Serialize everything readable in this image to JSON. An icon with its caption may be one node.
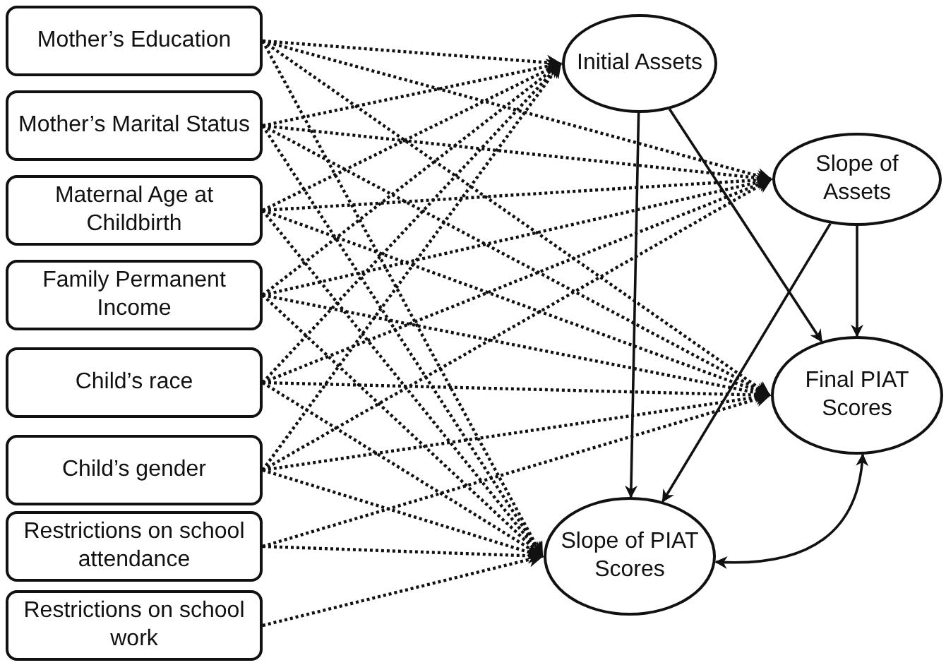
{
  "diagram": {
    "nodes": [
      {
        "text": [
          "Mother’s Education"
        ]
      },
      {
        "text": [
          "Mother’s Marital Status"
        ]
      },
      {
        "text": [
          "Maternal Age at Childbirth"
        ]
      },
      {
        "text": [
          "Family Permanent Income"
        ]
      },
      {
        "text": [
          "Child’s race"
        ]
      },
      {
        "text": [
          "Child’s gender"
        ]
      },
      {
        "text": [
          "Restrictions on school attendance"
        ]
      },
      {
        "text": [
          "Restrictions on school work"
        ]
      },
      {
        "text": [
          "Initial Assets"
        ]
      },
      {
        "text": [
          "Slope of Assets"
        ]
      },
      {
        "text": [
          "Final PIAT Scores"
        ]
      },
      {
        "text": [
          "Slope of PIAT Scores"
        ]
      }
    ],
    "edges": [
      {
        "from": 0,
        "to": 8,
        "arrow": "to",
        "style": "dashed"
      },
      {
        "from": 0,
        "to": 9,
        "arrow": "to",
        "style": "dashed"
      },
      {
        "from": 0,
        "to": 10,
        "arrow": "to",
        "style": "dashed"
      },
      {
        "from": 0,
        "to": 11,
        "arrow": "to",
        "style": "dashed"
      },
      {
        "from": 1,
        "to": 8,
        "arrow": "to",
        "style": "dashed"
      },
      {
        "from": 1,
        "to": 9,
        "arrow": "to",
        "style": "dashed"
      },
      {
        "from": 1,
        "to": 10,
        "arrow": "to",
        "style": "dashed"
      },
      {
        "from": 1,
        "to": 11,
        "arrow": "to",
        "style": "dashed"
      },
      {
        "from": 2,
        "to": 8,
        "arrow": "to",
        "style": "dashed"
      },
      {
        "from": 2,
        "to": 9,
        "arrow": "to",
        "style": "dashed"
      },
      {
        "from": 2,
        "to": 10,
        "arrow": "to",
        "style": "dashed"
      },
      {
        "from": 2,
        "to": 11,
        "arrow": "to",
        "style": "dashed"
      },
      {
        "from": 3,
        "to": 8,
        "arrow": "to",
        "style": "dashed"
      },
      {
        "from": 3,
        "to": 9,
        "arrow": "to",
        "style": "dashed"
      },
      {
        "from": 3,
        "to": 10,
        "arrow": "to",
        "style": "dashed"
      },
      {
        "from": 3,
        "to": 11,
        "arrow": "to",
        "style": "dashed"
      },
      {
        "from": 4,
        "to": 8,
        "arrow": "to",
        "style": "dashed"
      },
      {
        "from": 4,
        "to": 9,
        "arrow": "to",
        "style": "dashed"
      },
      {
        "from": 4,
        "to": 10,
        "arrow": "to",
        "style": "dashed"
      },
      {
        "from": 4,
        "to": 11,
        "arrow": "to",
        "style": "dashed"
      },
      {
        "from": 5,
        "to": 8,
        "arrow": "to",
        "style": "dashed"
      },
      {
        "from": 5,
        "to": 9,
        "arrow": "to",
        "style": "dashed"
      },
      {
        "from": 5,
        "to": 10,
        "arrow": "to",
        "style": "dashed"
      },
      {
        "from": 5,
        "to": 11,
        "arrow": "to",
        "style": "dashed"
      },
      {
        "from": 6,
        "to": 10,
        "arrow": "to",
        "style": "dashed"
      },
      {
        "from": 6,
        "to": 11,
        "arrow": "to",
        "style": "dashed"
      },
      {
        "from": 7,
        "to": 11,
        "arrow": "to",
        "style": "dashed"
      },
      {
        "from": 8,
        "to": 11,
        "arrow": "to"
      },
      {
        "from": 8,
        "to": 10,
        "arrow": "to"
      },
      {
        "from": 9,
        "to": 10,
        "arrow": "to"
      },
      {
        "from": 9,
        "to": 11,
        "arrow": "to"
      },
      {
        "from": 11,
        "to": 10,
        "arrow": "both"
      }
    ]
  }
}
